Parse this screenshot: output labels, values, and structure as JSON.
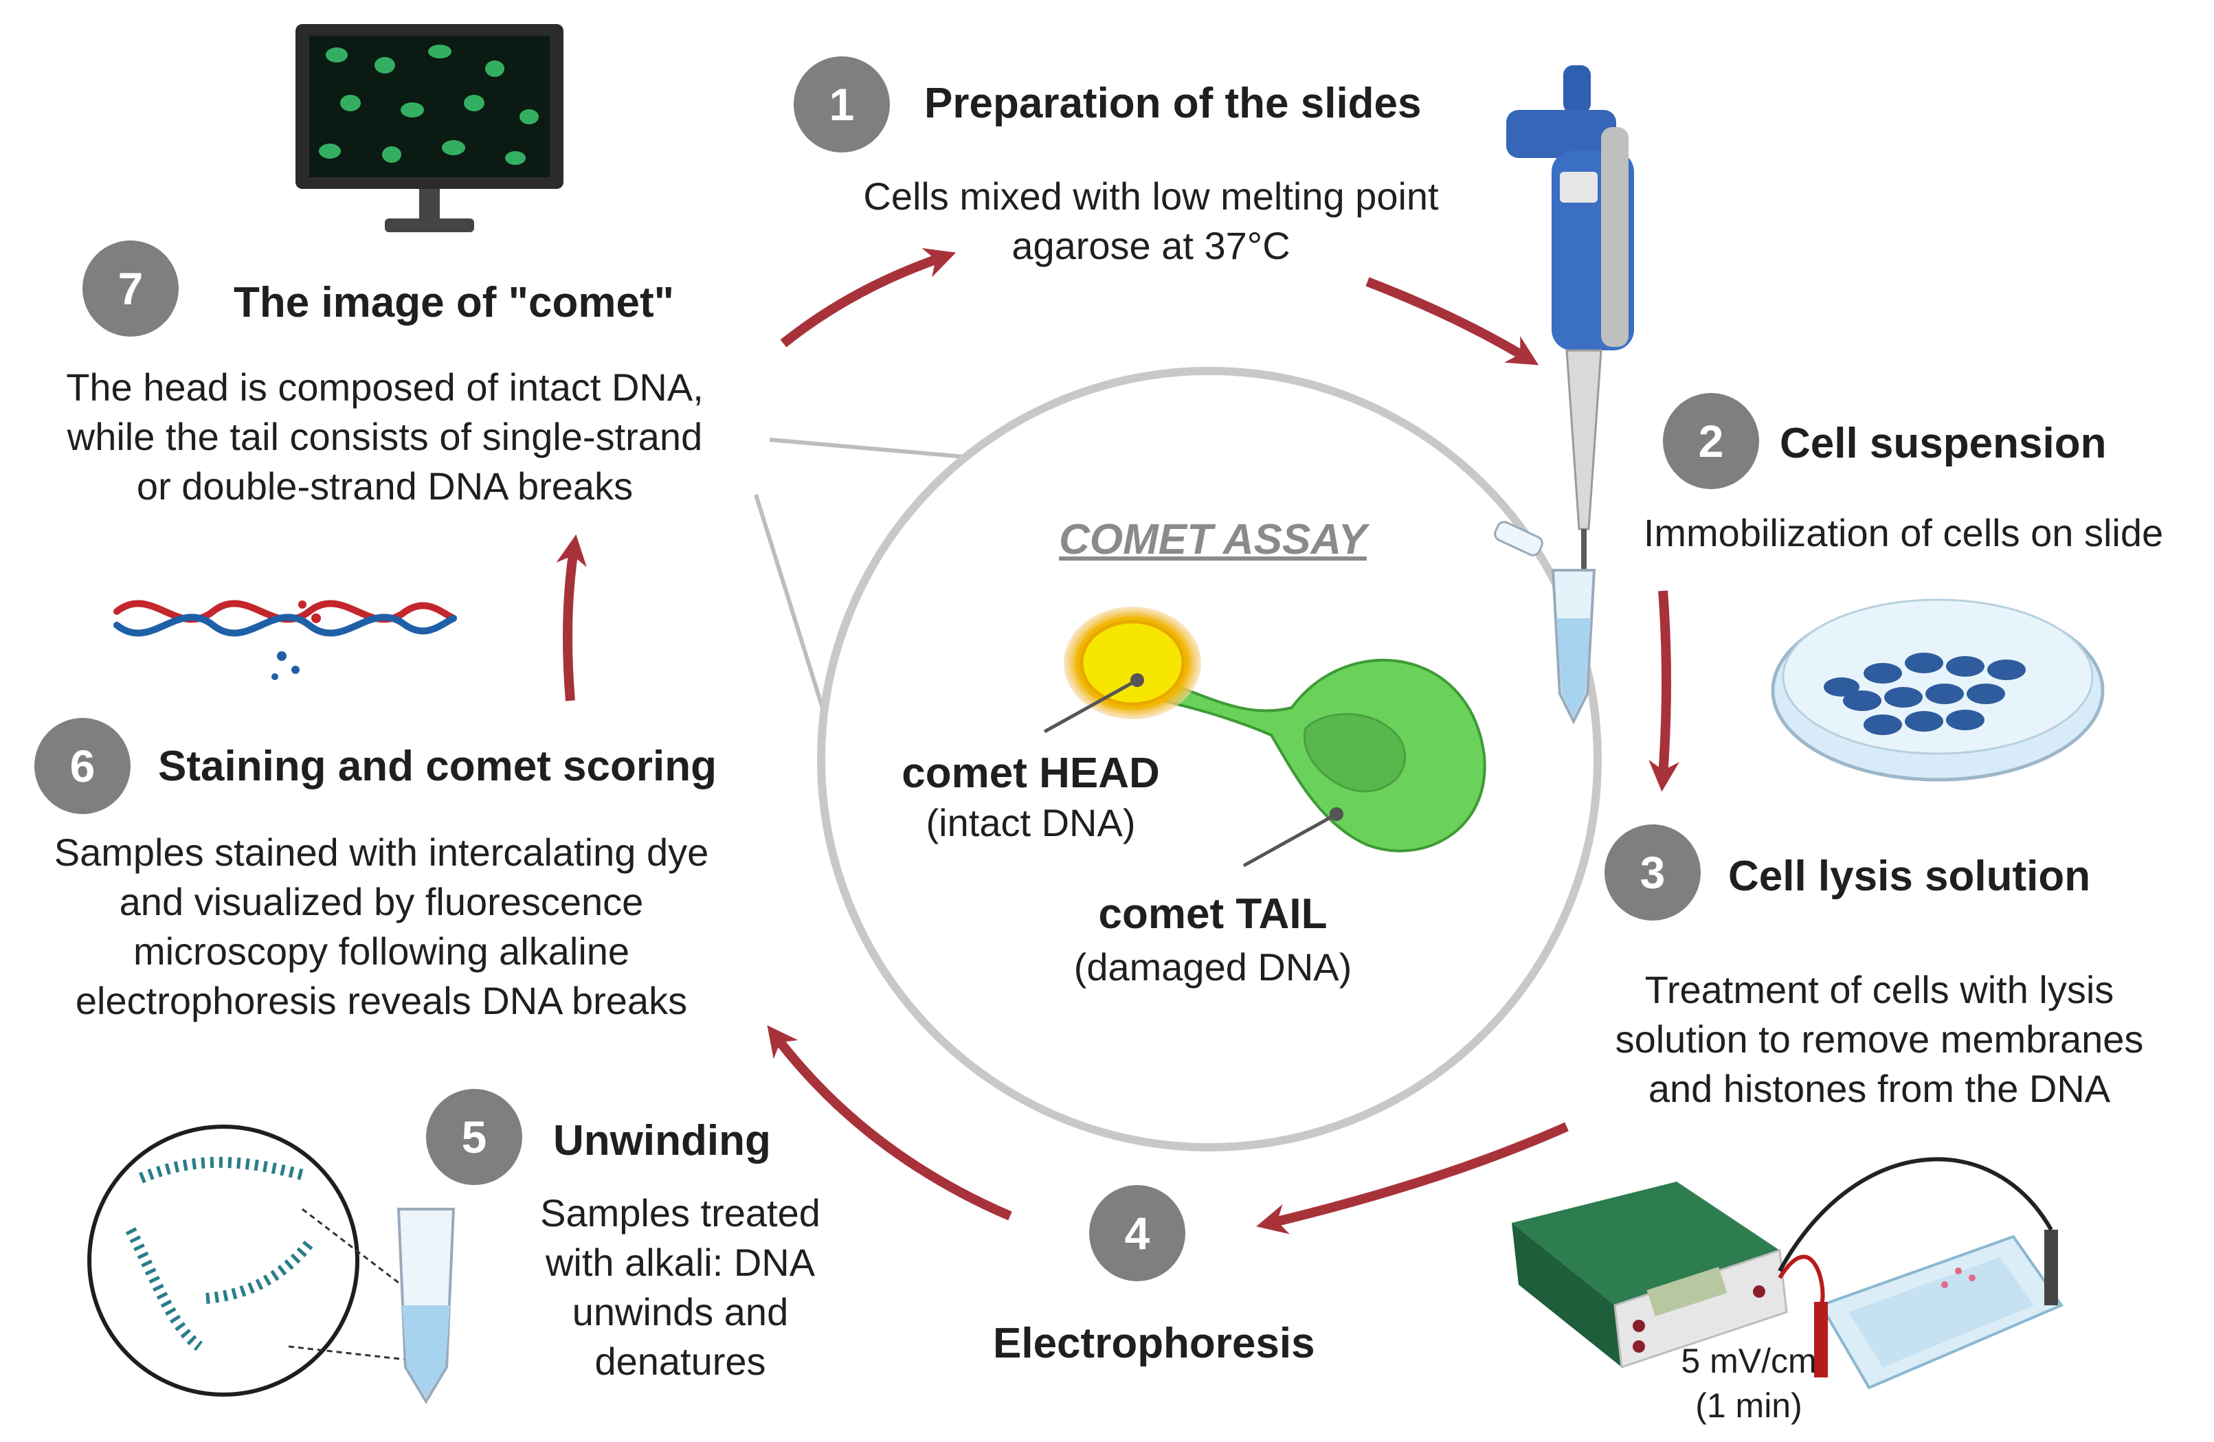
{
  "center": {
    "title": "COMET ASSAY",
    "head_label": "comet HEAD",
    "head_sub": "(intact DNA)",
    "tail_label": "comet TAIL",
    "tail_sub": "(damaged DNA)"
  },
  "steps": [
    {
      "number": "1",
      "title": "Preparation of the slides",
      "lines": [
        "Cells mixed with low melting point",
        "agarose at 37°C"
      ]
    },
    {
      "number": "2",
      "title": "Cell suspension",
      "lines": [
        "Immobilization of cells on slide"
      ]
    },
    {
      "number": "3",
      "title": "Cell lysis solution",
      "lines": [
        "Treatment of cells with lysis",
        "solution to remove membranes",
        "and histones from the DNA"
      ]
    },
    {
      "number": "4",
      "title": "Electrophoresis",
      "lines": []
    },
    {
      "number": "5",
      "title": "Unwinding",
      "lines": [
        "Samples treated",
        "with alkali: DNA",
        "unwinds and",
        "denatures"
      ]
    },
    {
      "number": "6",
      "title": "Staining and comet scoring",
      "lines": [
        "Samples stained with intercalating dye",
        "and visualized by fluorescence",
        "microscopy following alkaline",
        "electrophoresis reveals DNA breaks"
      ]
    },
    {
      "number": "7",
      "title": "The image of \"comet\"",
      "lines": [
        "The head is composed of intact DNA,",
        "while the tail consists of single-strand",
        "or double-strand DNA breaks"
      ]
    }
  ],
  "electrophoresis": {
    "voltage": "5 mV/cm",
    "time": "(1 min)"
  },
  "colors": {
    "arrow": "#a8323a",
    "badge": "#7f7f7f",
    "head": "#f7e600",
    "tail": "#6ad15a",
    "pipette": "#3060b0"
  }
}
